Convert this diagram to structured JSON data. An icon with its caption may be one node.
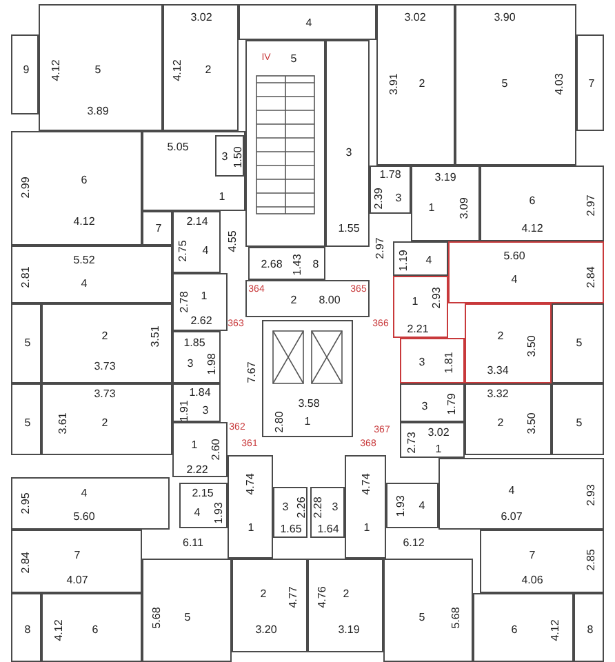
{
  "diagram": {
    "nodes": [
      {
        "text": [
          "9"
        ]
      },
      {
        "text": [
          "4.12",
          "5",
          "3.89"
        ]
      },
      {
        "text": [
          "3.02",
          "4.12",
          "2"
        ]
      },
      {
        "text": [
          "4"
        ]
      },
      {
        "text": [
          "5"
        ]
      },
      {
        "text": [
          "3",
          "1.55"
        ]
      },
      {
        "text": [
          "3.02",
          "3.91",
          "2"
        ]
      },
      {
        "text": [
          "3.90",
          "5",
          "4.03"
        ]
      },
      {
        "text": [
          "7"
        ]
      },
      {
        "text": [
          "2.99",
          "6",
          "4.12"
        ]
      },
      {
        "text": [
          "5.05",
          "1"
        ]
      },
      {
        "text": [
          "3",
          "1.50"
        ],
        "in": 10
      },
      {
        "text": [
          "1.78",
          "2.39",
          "3"
        ]
      },
      {
        "text": [
          "3.19",
          "1",
          "3.09"
        ]
      },
      {
        "text": [
          "6",
          "2.97",
          "4.12"
        ]
      },
      {
        "text": [
          "7"
        ]
      },
      {
        "text": [
          "2.14",
          "2.75",
          "4"
        ]
      },
      {
        "text": [
          "2.68",
          "1.43",
          "8"
        ]
      },
      {
        "text": [
          "5.52",
          "2.81",
          "4"
        ]
      },
      {
        "text": [
          "1.19",
          "4"
        ]
      },
      {
        "text": [
          "5.60",
          "4",
          "2.84"
        ]
      },
      {
        "text": [
          "2",
          "8.00"
        ]
      },
      {
        "text": [
          "2.78",
          "1",
          "2.62"
        ]
      },
      {
        "text": [
          "2.93",
          "1",
          "2.21"
        ]
      },
      {
        "text": [
          "5"
        ]
      },
      {
        "text": [
          "2",
          "3.51",
          "3.73"
        ]
      },
      {
        "text": [
          "1.85",
          "3",
          "1.98"
        ]
      },
      {
        "text": [
          "3.58",
          "2.80",
          "1"
        ]
      },
      {
        "text": [
          "3",
          "1.81"
        ]
      },
      {
        "text": [
          "2",
          "3.50",
          "3.34"
        ]
      },
      {
        "text": [
          "5"
        ]
      },
      {
        "text": [
          "3.73",
          "3.61",
          "2"
        ]
      },
      {
        "text": [
          "5"
        ]
      },
      {
        "text": [
          "1.84",
          "1.91",
          "3"
        ]
      },
      {
        "text": [
          "3",
          "1.79"
        ]
      },
      {
        "text": [
          "3.32",
          "2",
          "3.50"
        ]
      },
      {
        "text": [
          "5"
        ]
      },
      {
        "text": [
          "1",
          "2.60",
          "2.22"
        ]
      },
      {
        "text": [
          "3.02",
          "2.73",
          "1"
        ]
      },
      {
        "text": [
          "2.95",
          "4",
          "5.60"
        ]
      },
      {
        "text": [
          "2.15",
          "4",
          "1.93"
        ]
      },
      {
        "text": [
          "4.74",
          "1"
        ]
      },
      {
        "text": [
          "3",
          "2.26",
          "1.65"
        ]
      },
      {
        "text": [
          "2.28",
          "3",
          "1.64"
        ]
      },
      {
        "text": [
          "4.74",
          "1"
        ]
      },
      {
        "text": [
          "1.93",
          "4"
        ]
      },
      {
        "text": [
          "4",
          "2.93",
          "6.07"
        ]
      },
      {
        "text": [
          "2.84",
          "7",
          "4.07"
        ]
      },
      {
        "text": [
          "7",
          "2.85",
          "4.06"
        ]
      },
      {
        "text": [
          "8"
        ]
      },
      {
        "text": [
          "4.12",
          "6"
        ]
      },
      {
        "text": [
          "5.68",
          "5"
        ]
      },
      {
        "text": [
          "2",
          "4.77",
          "3.20"
        ]
      },
      {
        "text": [
          "4.76",
          "2",
          "3.19"
        ]
      },
      {
        "text": [
          "5",
          "5.68"
        ]
      },
      {
        "text": [
          "6",
          "4.12"
        ]
      },
      {
        "text": [
          "8"
        ]
      }
    ],
    "labels": [
      "IV",
      "4.55",
      "2.97",
      "364",
      "365",
      "363",
      "366",
      "7.67",
      "362",
      "361",
      "367",
      "368",
      "6.11",
      "6.12"
    ]
  }
}
